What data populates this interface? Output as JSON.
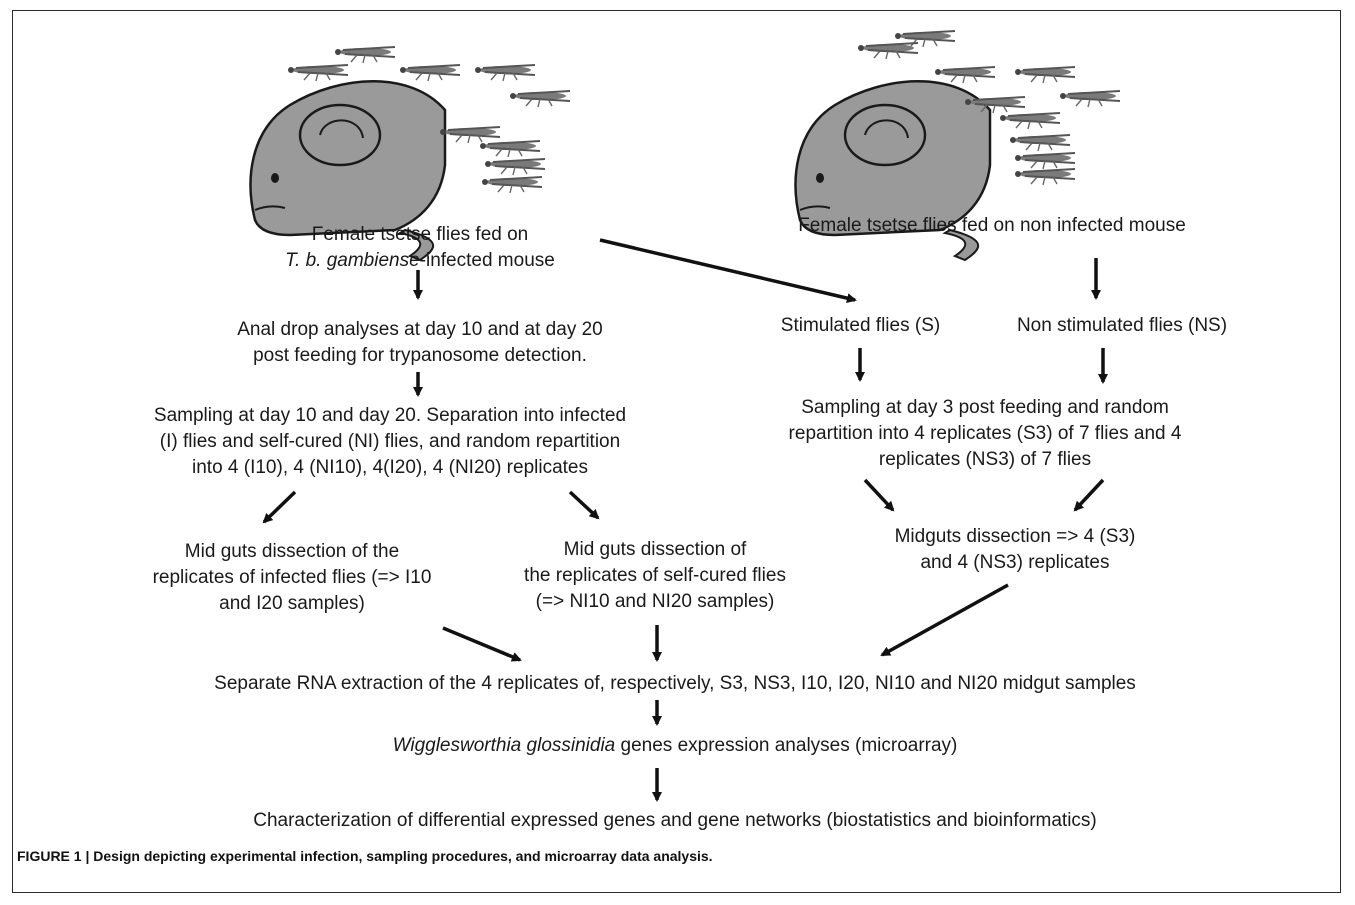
{
  "nodes": {
    "infected_feed_line1": "Female tsetse flies fed on",
    "infected_feed_species": "T. b. gambiense",
    "infected_feed_rest": "-infected mouse",
    "noninfected_feed": "Female tsetse flies fed on non infected mouse",
    "anal_drop_line1": "Anal drop analyses at day 10 and at day 20",
    "anal_drop_line2": "post feeding for trypanosome detection.",
    "stimulated": "Stimulated flies (S)",
    "non_stimulated": "Non stimulated flies (NS)",
    "sampling_infected_line1": "Sampling at day 10 and day 20. Separation into infected",
    "sampling_infected_line2": "(I) flies and self-cured (NI) flies, and random repartition",
    "sampling_infected_line3": "into 4 (I10), 4 (NI10), 4(I20), 4 (NI20) replicates",
    "sampling_day3_line1": "Sampling at day 3 post feeding and random",
    "sampling_day3_line2": "repartition into 4 replicates (S3) of 7 flies and 4",
    "sampling_day3_line3": "replicates (NS3) of 7 flies",
    "midgut_infected_line1": "Mid guts dissection of the",
    "midgut_infected_line2": "replicates of infected flies (=> I10",
    "midgut_infected_line3": "and  I20 samples)",
    "midgut_selfcured_line1": "Mid guts dissection of",
    "midgut_selfcured_line2": "the replicates of self-cured flies",
    "midgut_selfcured_line3": "(=> NI10 and NI20 samples)",
    "midgut_s3_line1": "Midguts dissection =>  4 (S3)",
    "midgut_s3_line2": "and 4 (NS3) replicates",
    "rna_extraction": "Separate RNA extraction of the 4 replicates of, respectively, S3, NS3, I10, I20, NI10 and NI20 midgut samples",
    "microarray_species": "Wigglesworthia glossinidia",
    "microarray_rest": " genes expression analyses (microarray)",
    "characterization": "Characterization of differential expressed genes and gene networks (biostatistics and bioinformatics)"
  },
  "caption": "FIGURE 1 | Design depicting experimental infection, sampling procedures, and microarray data analysis.",
  "colors": {
    "mouse_fill": "#9a9a9a",
    "mouse_stroke": "#1a1a1a",
    "arrow": "#111111",
    "fly": "#6a6a6a"
  }
}
